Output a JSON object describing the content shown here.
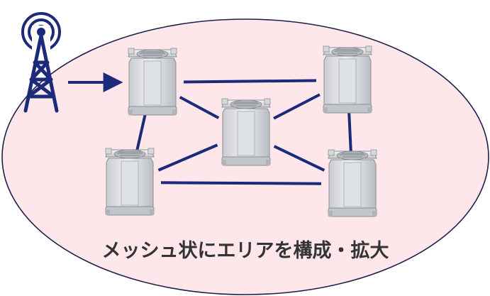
{
  "diagram": {
    "caption": "メッシュ状にエリアを構成・拡大",
    "area_fill": "#fde7ea",
    "area_stroke": "#1e1e4a",
    "link_color": "#1c2a7a",
    "tower_color": "#1c2a7a",
    "source_icon": "radio-tower-icon",
    "node_icon": "mesh-access-point-icon",
    "nodes": [
      {
        "id": "node-top-left"
      },
      {
        "id": "node-top-right"
      },
      {
        "id": "node-center"
      },
      {
        "id": "node-bottom-left"
      },
      {
        "id": "node-bottom-right"
      }
    ],
    "links": [
      {
        "from": "node-top-left",
        "to": "node-top-right"
      },
      {
        "from": "node-top-left",
        "to": "node-center"
      },
      {
        "from": "node-top-left",
        "to": "node-bottom-left"
      },
      {
        "from": "node-top-right",
        "to": "node-center"
      },
      {
        "from": "node-top-right",
        "to": "node-bottom-right"
      },
      {
        "from": "node-center",
        "to": "node-bottom-left"
      },
      {
        "from": "node-center",
        "to": "node-bottom-right"
      },
      {
        "from": "node-bottom-left",
        "to": "node-bottom-right"
      }
    ],
    "arrow": {
      "from": "radio-tower",
      "to": "node-top-left"
    }
  }
}
